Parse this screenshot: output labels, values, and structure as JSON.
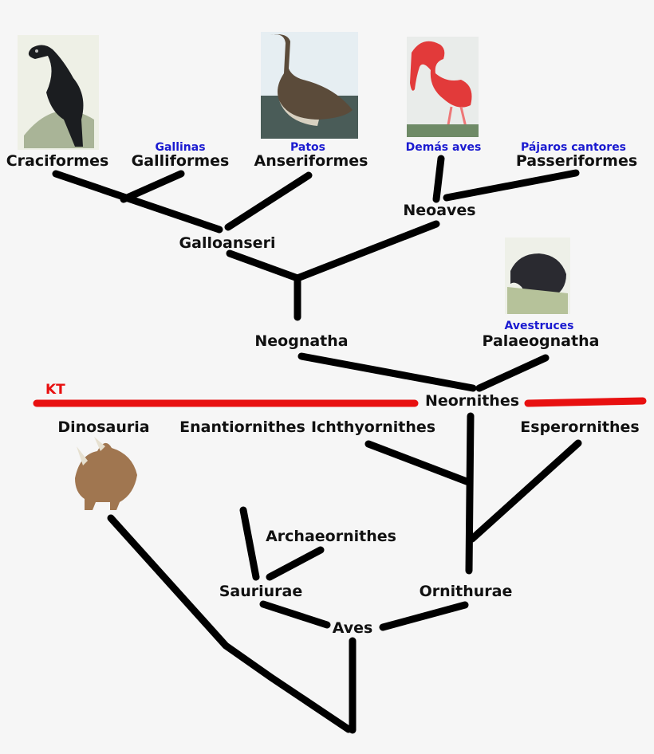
{
  "nodes": {
    "craciformes": "Craciformes",
    "galliformes": "Galliformes",
    "anseriformes": "Anseriformes",
    "passeriformes": "Passeriformes",
    "neoaves": "Neoaves",
    "galloanseri": "Galloanseri",
    "neognatha": "Neognatha",
    "palaeognatha": "Palaeognatha",
    "neornithes": "Neornithes",
    "dinosauria": "Dinosauria",
    "enantiornithes": "Enantiornithes",
    "ichthyornithes": "Ichthyornithes",
    "esperornithes": "Esperornithes",
    "archaeornithes": "Archaeornithes",
    "sauriurae": "Sauriurae",
    "ornithurae": "Ornithurae",
    "aves": "Aves"
  },
  "common_names": {
    "gallinas": "Gallinas",
    "patos": "Patos",
    "demas_aves": "Demás aves",
    "pajaros_cantores": "Pájaros cantores",
    "avestruces": "Avestruces"
  },
  "kt": {
    "label": "KT",
    "color": "#e81010"
  },
  "colors": {
    "branch": "#000000",
    "common_name": "#1a1ad0",
    "background": "#f6f6f6"
  }
}
